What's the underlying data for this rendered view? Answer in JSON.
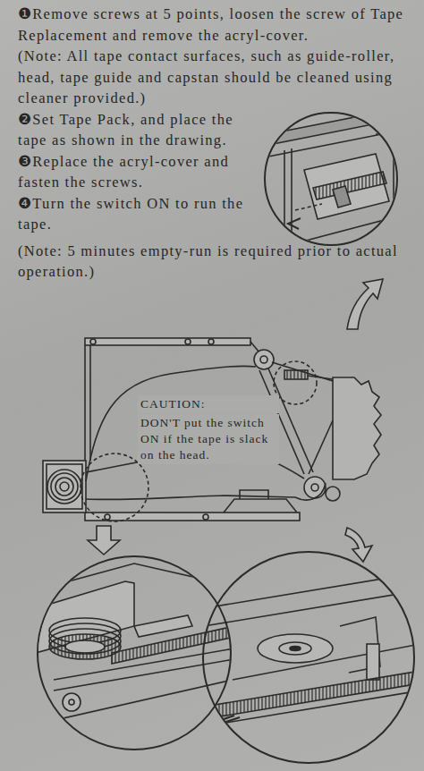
{
  "diagram": {
    "labels": [
      "❶Remove screws at 5 points, loosen the screw of Tape Replacement and remove the acryl-cover.",
      "(Note: All tape contact surfaces, such as guide-roller, head, tape guide and capstan should be cleaned using cleaner provided.)",
      "❷Set Tape Pack, and place the tape as shown in the drawing.",
      "❸Replace the acryl-cover and fasten the screws.",
      "❹Turn the switch ON to run the tape.",
      "(Note: 5 minutes empty-run is required prior to actual operation.)",
      "CAUTION:",
      "DON'T put the switch ON if the tape is slack on the head."
    ]
  }
}
